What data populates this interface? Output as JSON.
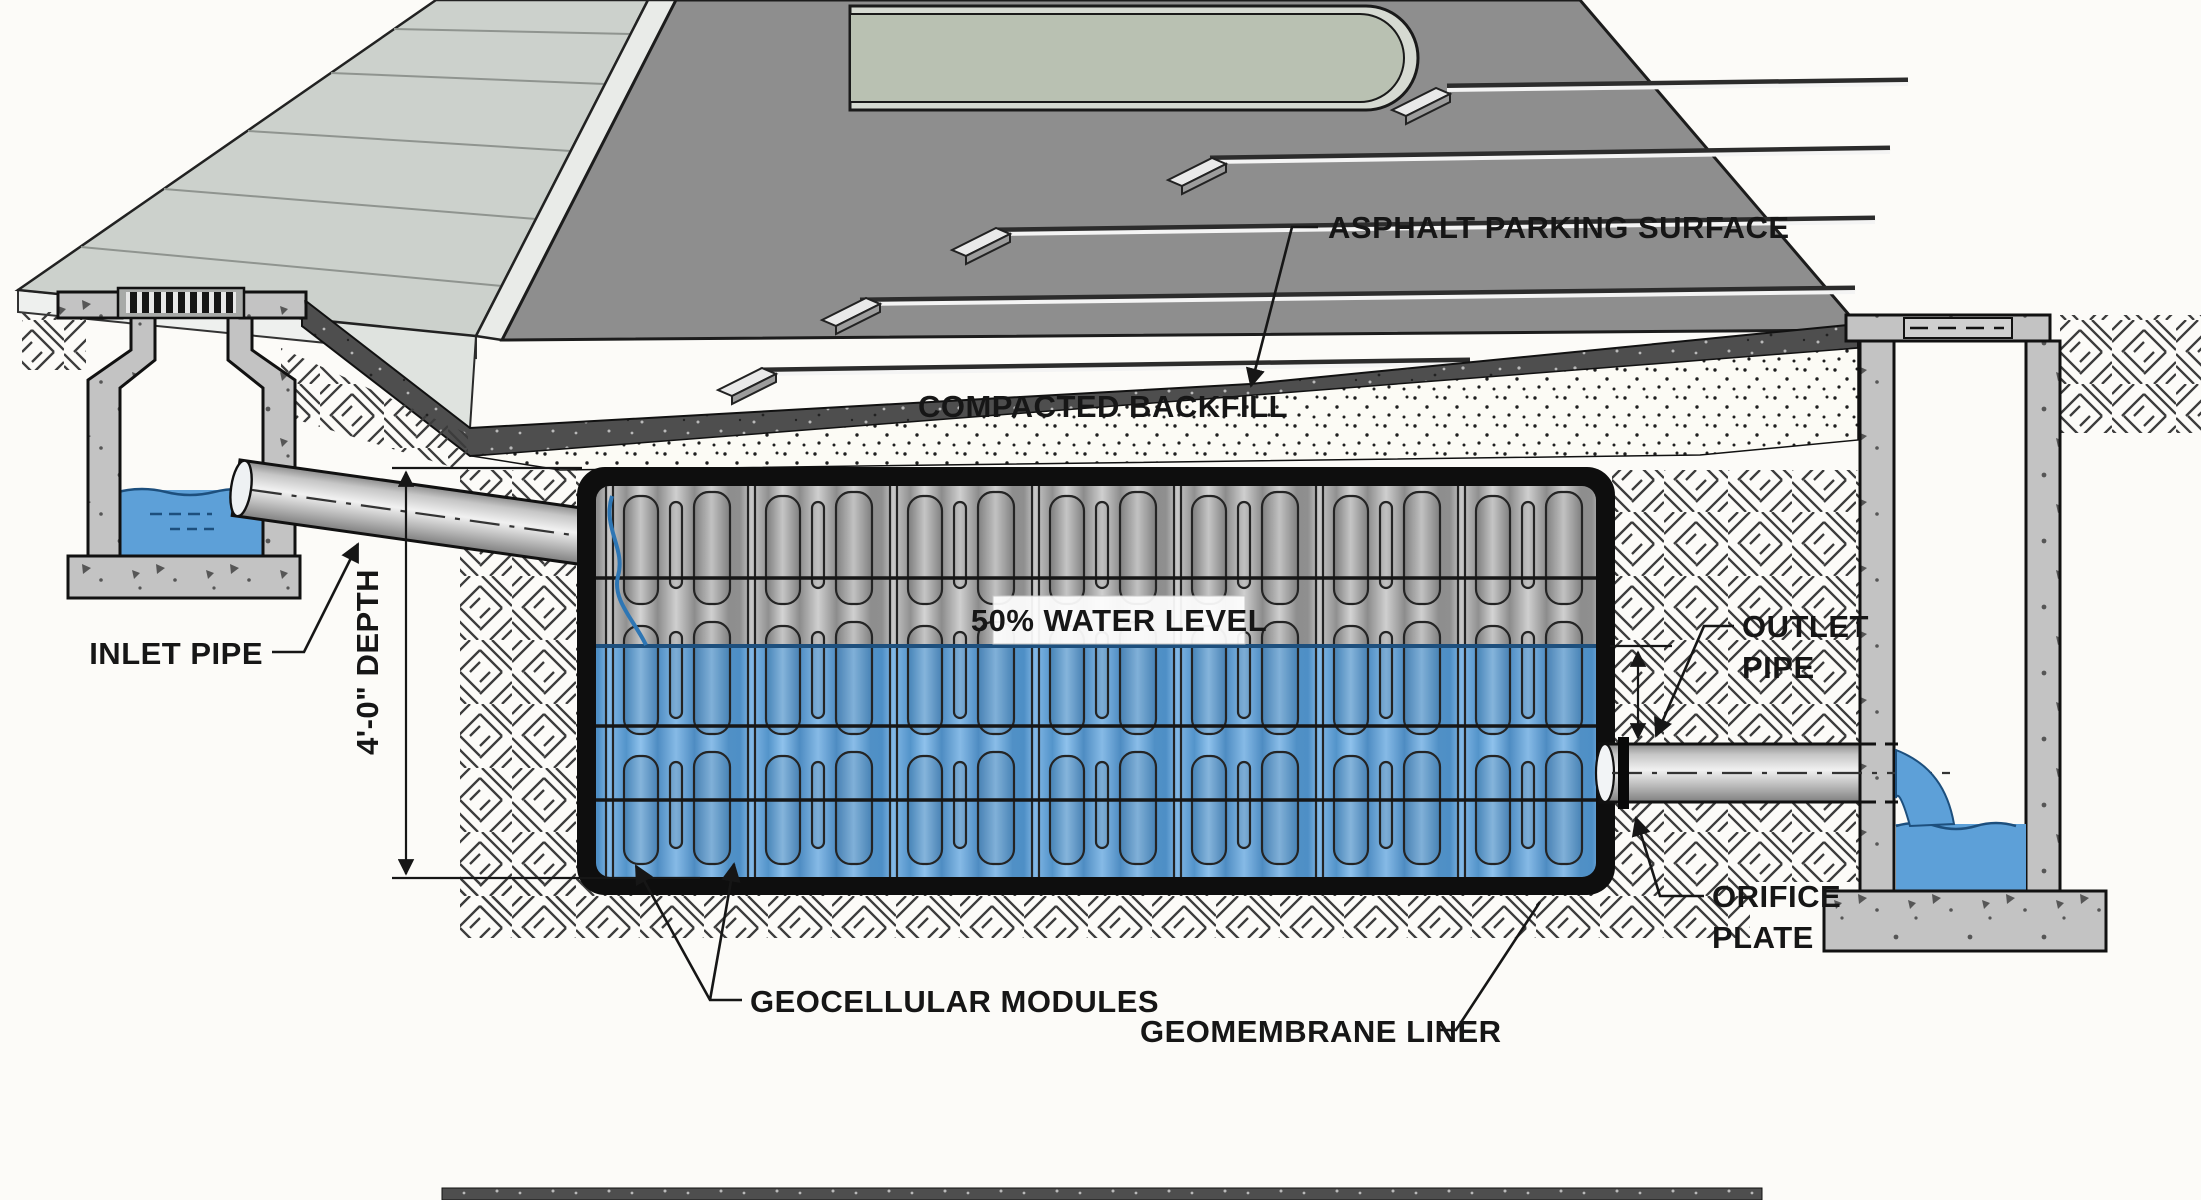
{
  "diagram": {
    "title": "Underground stormwater detention system section",
    "labels": {
      "asphalt": "ASPHALT PARKING SURFACE",
      "backfill": "COMPACTED BACKFILL",
      "water_level": "50% WATER LEVEL",
      "inlet": "INLET PIPE",
      "depth": "4'-0\" DEPTH",
      "outlet_line1": "OUTLET",
      "outlet_line2": "PIPE",
      "orifice_line1": "ORIFICE",
      "orifice_line2": "PLATE",
      "modules": "GEOCELLULAR MODULES",
      "liner": "GEOMEMBRANE LINER"
    },
    "colors": {
      "water": "#5da0d8",
      "waterdark": "#1d4f7d",
      "asphalt": "#8e8e8e",
      "island": "#b9c1b2",
      "concrete": "#c3c3c3",
      "liner": "#0e0e0e"
    }
  }
}
